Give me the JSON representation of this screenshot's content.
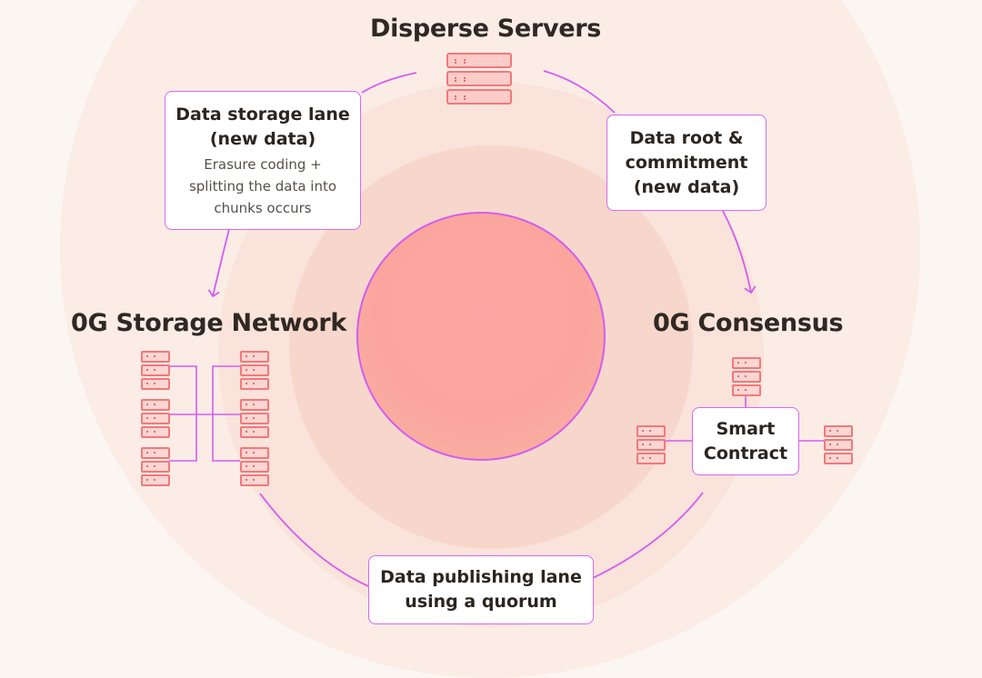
{
  "disperse": {
    "title": "Disperse Servers"
  },
  "storage_network": {
    "title": "0G Storage Network"
  },
  "consensus": {
    "title": "0G Consensus"
  },
  "storage_lane": {
    "title_line1": "Data storage lane",
    "title_line2": "(new data)",
    "desc_line1": "Erasure coding +",
    "desc_line2": "splitting the data into",
    "desc_line3": "chunks occurs"
  },
  "data_root": {
    "line1": "Data root &",
    "line2": "commitment",
    "line3": "(new data)"
  },
  "smart_contract": {
    "line1": "Smart",
    "line2": "Contract"
  },
  "publishing_lane": {
    "line1": "Data publishing lane",
    "line2": "using a quorum"
  },
  "colors": {
    "accent_line": "#d35cf0",
    "server_stroke": "#f3787a",
    "server_fill": "#fcd6d2",
    "core_fill": "#fba59e",
    "background": "#fcf6f2"
  }
}
